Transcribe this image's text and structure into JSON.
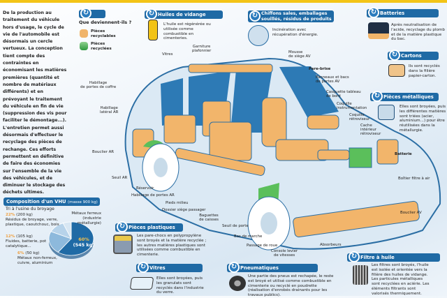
{
  "intro": "De la production au traitement du véhicule hors d'usage, le cycle de vie de l'automobile est désormais un cercle vertueux. La conception tient compte des contraintes en économisant les matières premières (quantité et nombre de matériaux différents) et en prévoyant le traitement du véhicule en fin de vie (suppression des vis pour faciliter le démontage...). L'entretien permet aussi désormais d'effectuer le recyclage des pièces de rechange. Ces efforts permettent en définitive de faire des économies sur l'ensemble de la vie des véhicules, et de diminuer le stockage des déchets ultimes.",
  "legend": {
    "title": "Que deviennent-ils ?",
    "items": [
      {
        "label": "Pièces recyclables",
        "color": "#f0b46a"
      },
      {
        "label": "Pièces recyclées",
        "color": "#4cae4c"
      }
    ]
  },
  "sections": [
    {
      "title": "Huiles de vidange",
      "text": "L'huile est régénérée ou utilisée comme combustible en cimenteries.",
      "icon": "oil-can-icon"
    },
    {
      "title": "Chiffons sales, emballages souillés, résidus de produits",
      "text": "Incinération avec récupération d'énergie.",
      "icon": "rag-icon"
    },
    {
      "title": "Batteries",
      "text": "Après neutralisation de l'acide, recyclage du plomb et de la matière plastique du bac.",
      "icon": "battery-icon"
    },
    {
      "title": "Cartons",
      "text": "Ils sont recyclés dans la filière papier-carton.",
      "icon": "cardboard-icon"
    },
    {
      "title": "Pièces métalliques",
      "text": "Elles sont broyées, puis les différentes matières sont triées (acier, aluminium...) pour être réutilisées dans la métallurgie.",
      "icon": "metal-door-icon"
    },
    {
      "title": "Pièces plastiques",
      "text": "Les pare-chocs en polypropylène sont broyés et la matière recyclée ; les autres matières plastiques sont utilisées comme combustible en cimenterie.",
      "icon": "bumper-icon"
    },
    {
      "title": "Vitres",
      "text": "Elles sont broyées, puis les granulats sont recyclés dans l'industrie du verre.",
      "icon": "glass-icon"
    },
    {
      "title": "Pneumatiques",
      "text": "Une partie des pneus est rechapée, le reste est broyé et utilisé comme combustible en cimenterie ou recyclé en poudrette (réalisation d'enrobés drainants pour les travaux publics).",
      "icon": "tire-icon"
    },
    {
      "title": "Filtre à huile",
      "text": "Les filtres sont broyés, l'huile est isolée et orientée vers la filière des huiles de vidange. Les particules métalliques sont recyclées en aciérie. Les éléments filtrants sont valorisés thermiquement.",
      "icon": "oil-filter-icon"
    }
  ],
  "car": {
    "labels": [
      "Vitres",
      "Garniture\nplafonnier",
      "Habillage\nde portes de coffre",
      "Habillage\nlatéral AR",
      "Bouclier AR",
      "Seuil AR",
      "Réservoir",
      "Habillage de portes AR",
      "Pieds milieu",
      "Dossier siège passager",
      "Baguettes\nde caisses",
      "Seuil de porte",
      "Bas de marche",
      "Passage de roue",
      "Console levier\nde vitesses",
      "Absorbeurs",
      "Bouclier AV",
      "Boîtier filtre à air",
      "Batterie",
      "Cache\nintérieur\nrétroviseur",
      "Coquille\nrétroviseur",
      "Coquille\ninstrumentation",
      "Casquette tableau\nde bord",
      "Panneaux et bacs\nde portes AV",
      "Pare-brise",
      "Mousse\nde siège AV"
    ]
  },
  "chart_data": {
    "type": "pie",
    "title": "Composition d'un VHU",
    "title_note": "(masse 900 kg)",
    "subtitle": "Tri à l'usine du broyage",
    "slices": [
      {
        "percent": 60,
        "mass": "(545 kg)",
        "label": "Métaux ferreux (industrie métallurgie)",
        "color": "#1f6aa5"
      },
      {
        "percent": 22,
        "mass": "(200 kg)",
        "label": "Résidus de broyage, verre, plastique, caoutchouc, bois",
        "color": "#8db9dc"
      },
      {
        "percent": 12,
        "mass": "(105 kg)",
        "label": "Fluides, batterie, pot catalytique...",
        "color": "#b7d3ea"
      },
      {
        "percent": 6,
        "mass": "(50 kg)",
        "label": "Métaux non-ferreux, cuivre, aluminium",
        "color": "#d8e7f3"
      }
    ],
    "pct_labels": [
      "60%",
      "22%",
      "12%",
      "6%"
    ]
  }
}
